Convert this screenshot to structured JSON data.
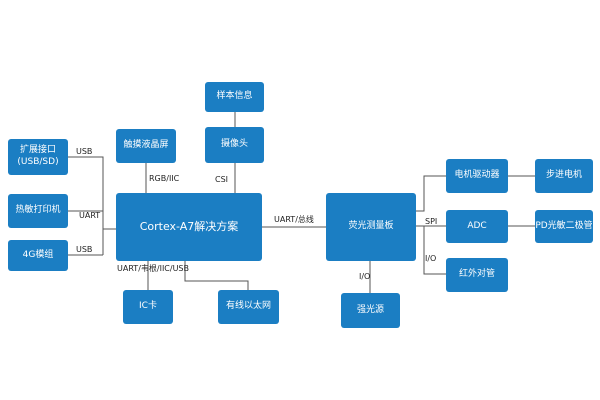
{
  "nodes": {
    "ext_port": "扩展接口\n(USB/SD)",
    "thermal_printer": "热敏打印机",
    "module_4g": "4G模组",
    "touch_lcd": "触摸液晶屏",
    "sample_info": "样本信息",
    "camera": "摄像头",
    "cortex": "Cortex-A7解决方案",
    "ic_card": "IC卡",
    "ethernet": "有线以太网",
    "fluorescence_board": "荧光测量板",
    "strong_light": "强光源",
    "motor_driver": "电机驱动器",
    "stepper_motor": "步进电机",
    "adc": "ADC",
    "pd_diode": "PD光敏二极管",
    "ir_tube": "红外对管"
  },
  "labels": {
    "usb_top": "USB",
    "uart_mid": "UART",
    "usb_bottom": "USB",
    "rgb_iic": "RGB/IIC",
    "csi": "CSI",
    "uart_bus": "UART/总线",
    "uart_bottom": "UART/韦根/IIC/USB",
    "io_light": "I/O",
    "spi": "SPI",
    "io_ir": "I/O"
  },
  "colors": {
    "box": "#1b7ec3",
    "line": "#555555"
  }
}
